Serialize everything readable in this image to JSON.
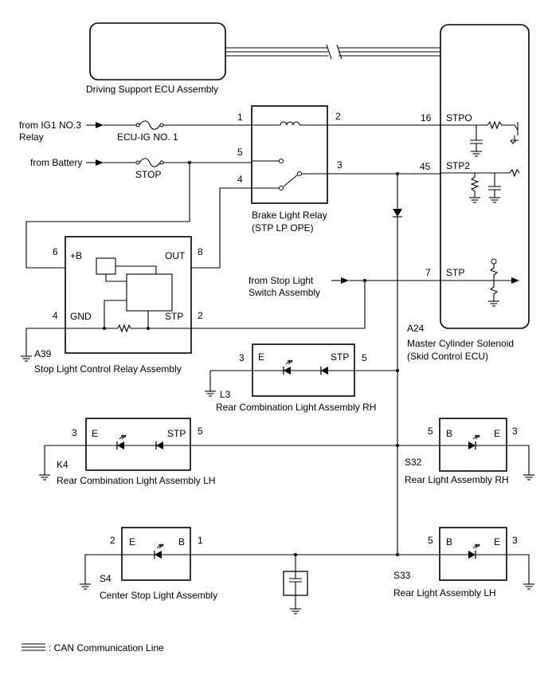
{
  "modules": {
    "dsecu": "Driving Support ECU Assembly",
    "brake_relay": [
      "Brake Light Relay",
      "(STP LP OPE)"
    ],
    "slc_relay": "Stop Light Control Relay Assembly",
    "slc_connector": "A39",
    "mcs": [
      "Master Cylinder Solenoid",
      "(Skid Control ECU)"
    ],
    "mcs_connector": "A24",
    "rcl_rh": "Rear Combination Light Assembly RH",
    "rcl_rh_connector": "L3",
    "rcl_lh": "Rear Combination Light Assembly LH",
    "rcl_lh_connector": "K4",
    "rl_rh": "Rear Light Assembly RH",
    "rl_rh_connector": "S32",
    "rl_lh": "Rear Light Assembly LH",
    "rl_lh_connector": "S33",
    "csl": "Center Stop Light Assembly",
    "csl_connector": "S4"
  },
  "sources": {
    "ig1": [
      "from IG1 NO.3",
      "Relay"
    ],
    "battery": "from Battery",
    "stop_switch": [
      "from Stop Light",
      "Switch Assembly"
    ]
  },
  "fuses": {
    "ecuig": "ECU-IG NO. 1",
    "stop": "STOP"
  },
  "pins": {
    "relay_1": "1",
    "relay_2": "2",
    "relay_5": "5",
    "relay_4": "4",
    "relay_3": "3",
    "mcs_16": "16",
    "mcs_45": "45",
    "mcs_7": "7",
    "mcs_stpo": "STPO",
    "mcs_stp2": "STP2",
    "mcs_stp": "STP",
    "slc_6": "6",
    "slc_8": "8",
    "slc_4": "4",
    "slc_2": "2",
    "slc_b": "+B",
    "slc_out": "OUT",
    "slc_gnd": "GND",
    "slc_stp": "STP",
    "rclrh_3": "3",
    "rclrh_5": "5",
    "rclrh_e": "E",
    "rclrh_stp": "STP",
    "rcllh_3": "3",
    "rcllh_5": "5",
    "rcllh_e": "E",
    "rcllh_stp": "STP",
    "rlrh_5": "5",
    "rlrh_3": "3",
    "rlrh_b": "B",
    "rlrh_e": "E",
    "rllh_5": "5",
    "rllh_3": "3",
    "rllh_b": "B",
    "rllh_e": "E",
    "csl_2": "2",
    "csl_1": "1",
    "csl_e": "E",
    "csl_b": "B"
  },
  "legend": {
    "can_line": ": CAN Communication Line"
  }
}
